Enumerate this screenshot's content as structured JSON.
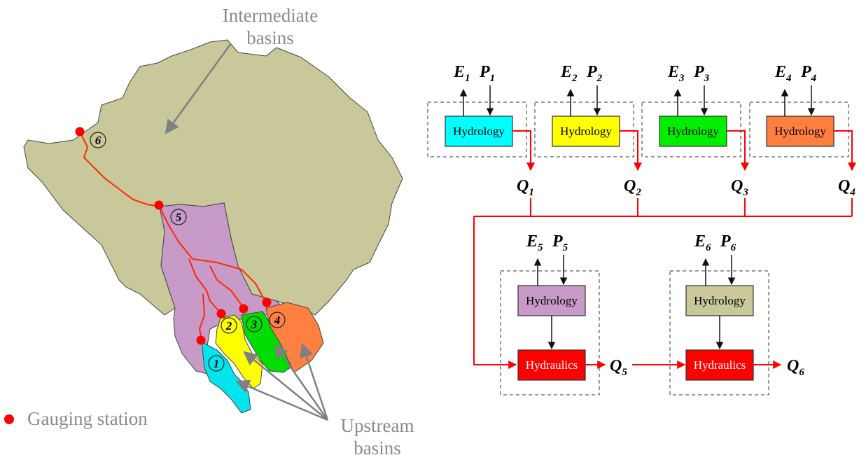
{
  "map": {
    "intermediate_label": [
      "Intermediate",
      "basins"
    ],
    "upstream_label": [
      "Upstream",
      "basins"
    ],
    "legend": {
      "label": "Gauging station",
      "color": "#ff0000"
    },
    "stations": [
      "1",
      "2",
      "3",
      "4",
      "5",
      "6"
    ],
    "colors": {
      "intermediate": "#c8c89a",
      "basin5": "#c89ac8",
      "basin1": "#00e5ee",
      "basin2": "#ffff00",
      "basin3": "#00dd00",
      "basin4": "#ff8040",
      "river": "#ff2a00",
      "arrow": "#808080"
    }
  },
  "diagram": {
    "top_units": [
      {
        "e": "E",
        "e_sub": "1",
        "p": "P",
        "p_sub": "1",
        "label": "Hydrology",
        "color": "#00ffff",
        "q": "Q",
        "q_sub": "1"
      },
      {
        "e": "E",
        "e_sub": "2",
        "p": "P",
        "p_sub": "2",
        "label": "Hydrology",
        "color": "#ffff00",
        "q": "Q",
        "q_sub": "2"
      },
      {
        "e": "E",
        "e_sub": "3",
        "p": "P",
        "p_sub": "3",
        "label": "Hydrology",
        "color": "#00ee00",
        "q": "Q",
        "q_sub": "3"
      },
      {
        "e": "E",
        "e_sub": "4",
        "p": "P",
        "p_sub": "4",
        "label": "Hydrology",
        "color": "#ff7f40",
        "q": "Q",
        "q_sub": "4"
      }
    ],
    "bottom_units": [
      {
        "e": "E",
        "e_sub": "5",
        "p": "P",
        "p_sub": "5",
        "hydrology_label": "Hydrology",
        "hydrology_color": "#c89ac8",
        "hydraulics_label": "Hydraulics",
        "hydraulics_color": "#ff0000",
        "q": "Q",
        "q_sub": "5"
      },
      {
        "e": "E",
        "e_sub": "6",
        "p": "P",
        "p_sub": "6",
        "hydrology_label": "Hydrology",
        "hydrology_color": "#c8c89a",
        "hydraulics_label": "Hydraulics",
        "hydraulics_color": "#ff0000",
        "q": "Q",
        "q_sub": "6"
      }
    ],
    "flow_color": "#ff0000"
  }
}
